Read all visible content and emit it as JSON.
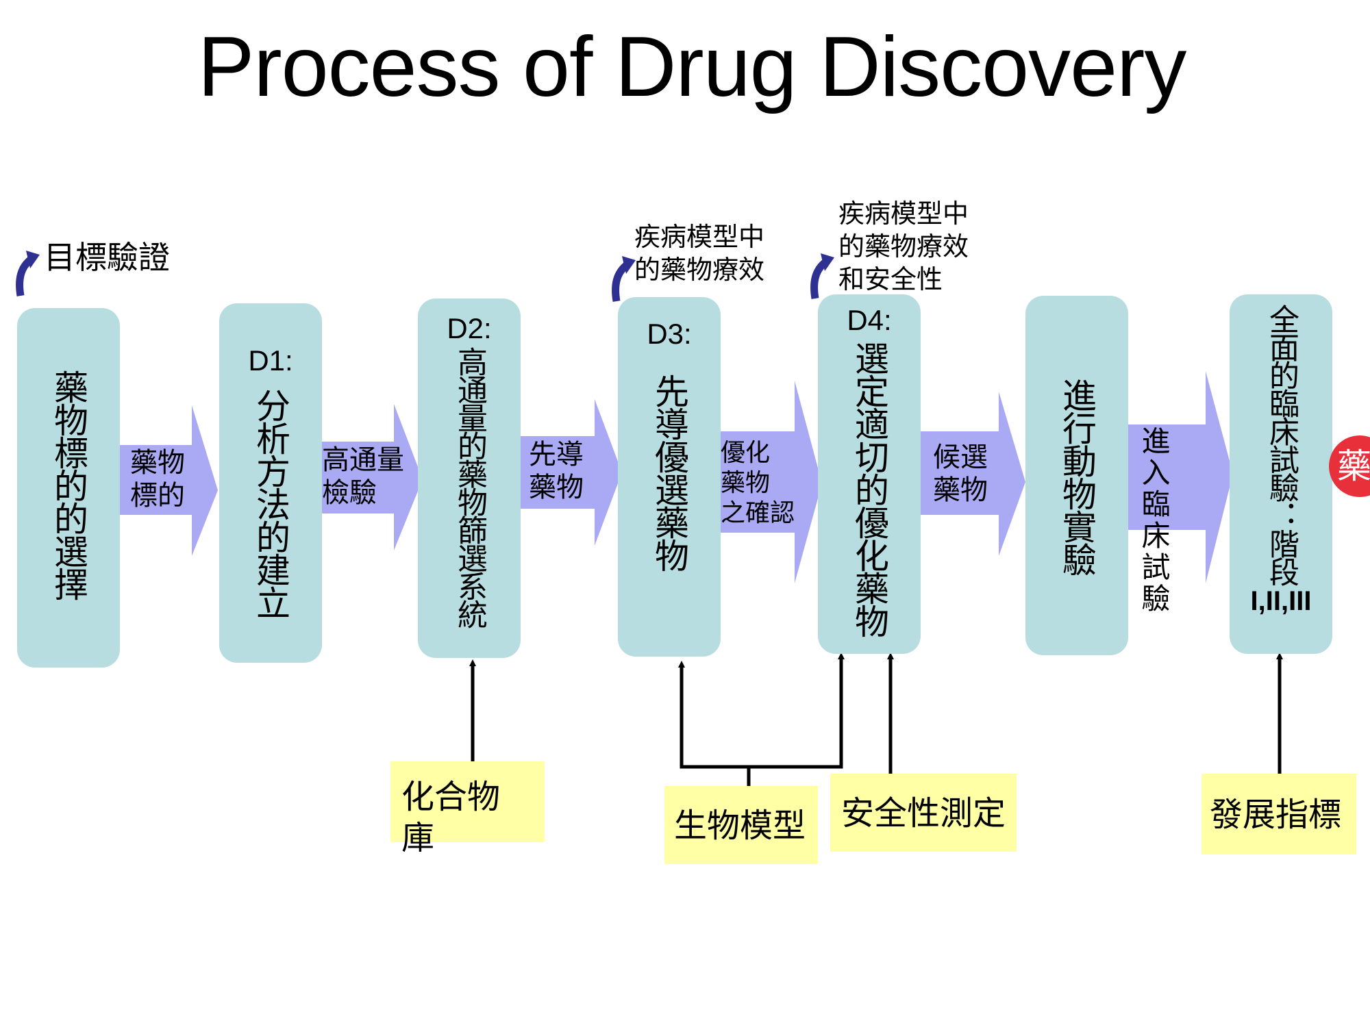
{
  "title": "Process of Drug Discovery",
  "colors": {
    "box_fill": "#b7dde0",
    "arrow_fill": "#aaaaf4",
    "curved_arrow": "#2e3192",
    "yellow_box": "#ffffa6",
    "badge": "#e8303a"
  },
  "boxes": [
    {
      "name": "target-selection",
      "label": "",
      "text": "藥物標的的選擇"
    },
    {
      "name": "d1-assay-development",
      "label": "D1:",
      "text": "分析方法的建立"
    },
    {
      "name": "d2-hts-system",
      "label": "D2:",
      "text": "高通量的藥物篩選系統"
    },
    {
      "name": "d3-lead-selection",
      "label": "D3:",
      "text": "先導優選藥物"
    },
    {
      "name": "d4-candidate-selection",
      "label": "D4:",
      "text": "選定適切的優化藥物"
    },
    {
      "name": "animal-studies",
      "label": "",
      "text": "進行動物實驗"
    },
    {
      "name": "clinical-trials",
      "label": "",
      "text": "全面的臨床試驗：階段",
      "suffix": "I,II,III"
    }
  ],
  "flow_arrows": [
    {
      "name": "drug-target",
      "line1": "藥物",
      "line2": "標的"
    },
    {
      "name": "hts-assay",
      "line1": "高通量",
      "line2": "檢驗"
    },
    {
      "name": "lead-compound",
      "line1": "先導",
      "line2": "藥物"
    },
    {
      "name": "optimized-confirmation",
      "line1": "優化",
      "line2": "藥物",
      "line3": "之確認"
    },
    {
      "name": "candidate-drug",
      "line1": "候選",
      "line2": "藥物"
    },
    {
      "name": "enter-clinical",
      "text": "進入臨床試驗"
    }
  ],
  "notes": {
    "target_validation": "目標驗證",
    "d3_note": [
      "疾病模型中",
      "的藥物療效"
    ],
    "d4_note": [
      "疾病模型中",
      "的藥物療效",
      "和安全性"
    ]
  },
  "inputs": {
    "compound_library": [
      "化合物",
      "庫"
    ],
    "bio_models": "生物模型",
    "safety_testing": "安全性測定",
    "dev_indicators": "發展指標"
  },
  "badge": "藥"
}
